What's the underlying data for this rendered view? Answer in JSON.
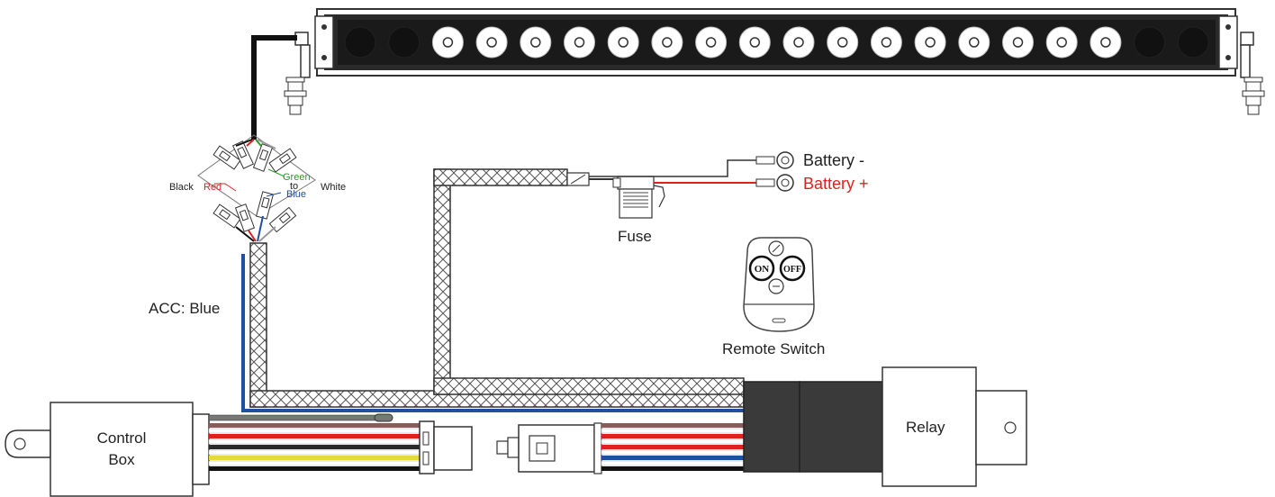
{
  "labels": {
    "battery_neg": "Battery -",
    "battery_pos": "Battery +",
    "fuse": "Fuse",
    "remote_switch": "Remote Switch",
    "acc": "ACC: Blue",
    "control_box_line1": "Control",
    "control_box_line2": "Box",
    "relay": "Relay",
    "wire_black": "Black",
    "wire_red": "Red",
    "wire_green": "Green",
    "wire_to": "to",
    "wire_blue": "Blue",
    "wire_white": "White",
    "remote_on": "ON",
    "remote_off": "OFF"
  },
  "colors": {
    "battery_pos": "#e02020",
    "wire_red": "#e02020",
    "wire_green": "#2a9a2a",
    "wire_blue": "#1f4fa0",
    "acc_blue": "#1f4fa0",
    "brown": "#8b5a5a",
    "yellow": "#e8d840"
  },
  "led_bar": {
    "lit_leds": 16,
    "dark_leds": 4
  }
}
